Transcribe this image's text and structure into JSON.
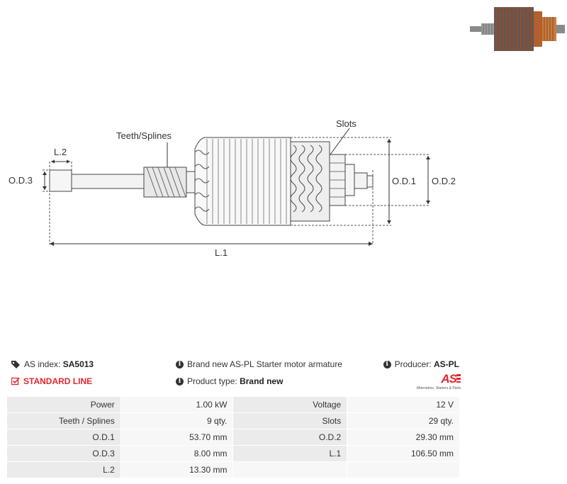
{
  "diagram": {
    "label_l2": "L.2",
    "label_od3": "O.D.3",
    "label_teeth": "Teeth/Splines",
    "label_slots": "Slots",
    "label_od1": "O.D.1",
    "label_od2": "O.D.2",
    "label_l1": "L.1"
  },
  "info": {
    "as_index_label": "AS index:",
    "as_index_value": "SA5013",
    "standard_line": "STANDARD LINE",
    "brand_text": "Brand new AS-PL Starter motor armature",
    "product_type_label": "Product type:",
    "product_type_value": "Brand new",
    "producer_label": "Producer:",
    "producer_value": "AS-PL"
  },
  "logo": {
    "mark": "AS",
    "tagline": "Alternators, Starters & Parts"
  },
  "specs": [
    [
      "Power",
      "1.00 kW",
      "Voltage",
      "12 V"
    ],
    [
      "Teeth / Splines",
      "9 qty.",
      "Slots",
      "29 qty."
    ],
    [
      "O.D.1",
      "53.70 mm",
      "O.D.2",
      "29.30 mm"
    ],
    [
      "O.D.3",
      "8.00 mm",
      "L.1",
      "106.50 mm"
    ],
    [
      "L.2",
      "13.30 mm",
      "",
      ""
    ]
  ],
  "colors": {
    "accent": "#e3262e",
    "label_bg": "#ebebeb",
    "value_bg": "#f7f7f7"
  }
}
